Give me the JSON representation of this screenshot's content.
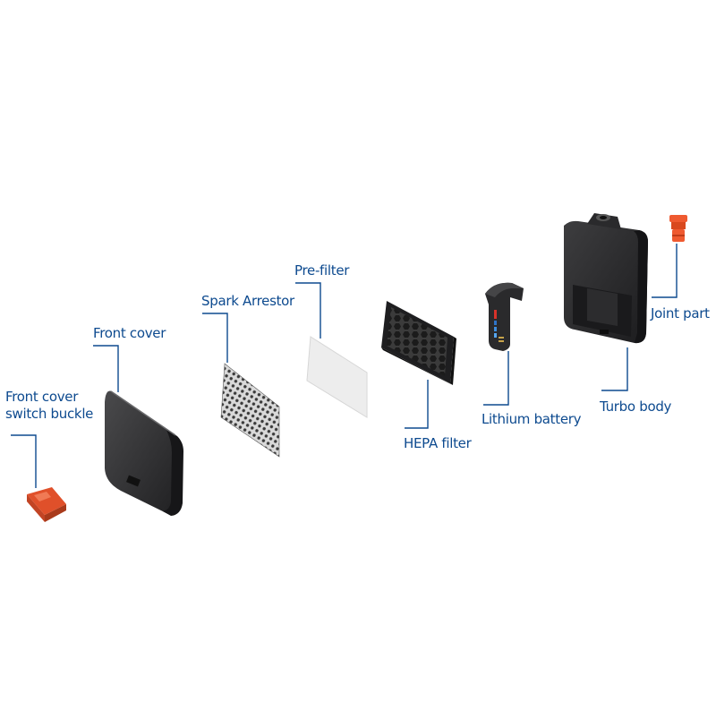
{
  "diagram": {
    "colors": {
      "label_text": "#0d4a8f",
      "leader_line": "#0d4a8f",
      "plastic_dark": "#2b2b2d",
      "accent_red": "#e0502a"
    },
    "parts": [
      {
        "id": "front-cover-switch-buckle",
        "label_line1": "Front cover",
        "label_line2": "switch buckle",
        "icon": "red-buckle-icon"
      },
      {
        "id": "front-cover",
        "label": "Front cover",
        "icon": "front-cover-icon"
      },
      {
        "id": "spark-arrestor",
        "label": "Spark Arrestor",
        "icon": "mesh-icon"
      },
      {
        "id": "pre-filter",
        "label": "Pre-filter",
        "icon": "filter-sheet-icon"
      },
      {
        "id": "hepa-filter",
        "label": "HEPA filter",
        "icon": "honeycomb-filter-icon"
      },
      {
        "id": "lithium-battery",
        "label": "Lithium battery",
        "icon": "battery-icon"
      },
      {
        "id": "turbo-body",
        "label": "Turbo body",
        "icon": "turbo-body-icon"
      },
      {
        "id": "joint-part",
        "label": "Joint part",
        "icon": "joint-connector-icon"
      }
    ]
  }
}
